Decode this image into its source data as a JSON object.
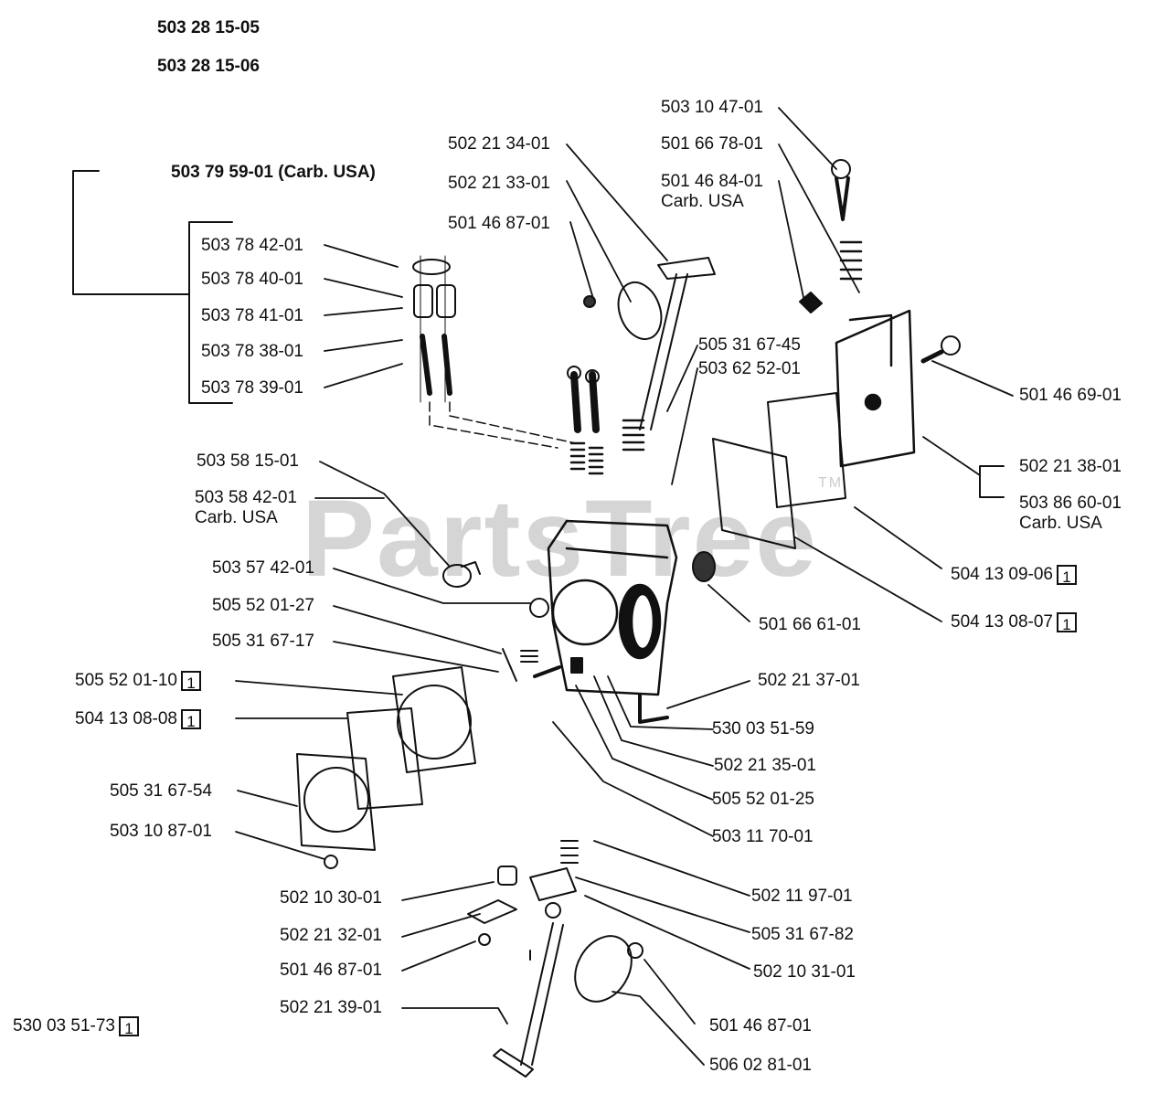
{
  "diagram": {
    "headers": [
      "503 28 15-05",
      "503 28 15-06"
    ],
    "kit_label": "503 79 59-01 (Carb. USA)",
    "watermark": "PartsTree",
    "watermark_tm": "TM",
    "qty_symbol": "1",
    "kit_parts": [
      "503 78 42-01",
      "503 78 40-01",
      "503 78 41-01",
      "503 78 38-01",
      "503 78 39-01"
    ],
    "callouts": {
      "p503104701": "503 10 47-01",
      "p501667801": "501 66 78-01",
      "p501468401": "501 46 84-01",
      "p501468401_note": "Carb. USA",
      "p502213401": "502 21 34-01",
      "p502213301": "502 21 33-01",
      "p501468701_top": "501 46 87-01",
      "p505316745": "505 31 67-45",
      "p503625201": "503 62 52-01",
      "p501466901": "501 46 69-01",
      "p502213801": "502 21 38-01",
      "p503866001": "503 86 60-01",
      "p503866001_note": "Carb. USA",
      "p504130906": "504 13 09-06",
      "p504130807": "504 13 08-07",
      "p501666101": "501 66 61-01",
      "p503581501": "503 58 15-01",
      "p503584201": "503 58 42-01",
      "p503584201_note": "Carb. USA",
      "p503574201": "503 57 42-01",
      "p505520127": "505 52 01-27",
      "p505316717": "505 31 67-17",
      "p505520110": "505 52 01-10",
      "p504130808": "504 13 08-08",
      "p505316754": "505 31 67-54",
      "p503108701": "503 10 87-01",
      "p502213701": "502 21 37-01",
      "p530035159": "530 03 51-59",
      "p502213501": "502 21 35-01",
      "p505520125": "505 52 01-25",
      "p503117001": "503 11 70-01",
      "p502119701": "502 11 97-01",
      "p505316782": "505 31 67-82",
      "p502103101": "502 10 31-01",
      "p502103001": "502 10 30-01",
      "p502213201": "502 21 32-01",
      "p501468701_mid": "501 46 87-01",
      "p502213901": "502 21 39-01",
      "p501468701_bot": "501 46 87-01",
      "p506028101": "506 02 81-01",
      "p530035173": "530 03 51-73"
    }
  }
}
